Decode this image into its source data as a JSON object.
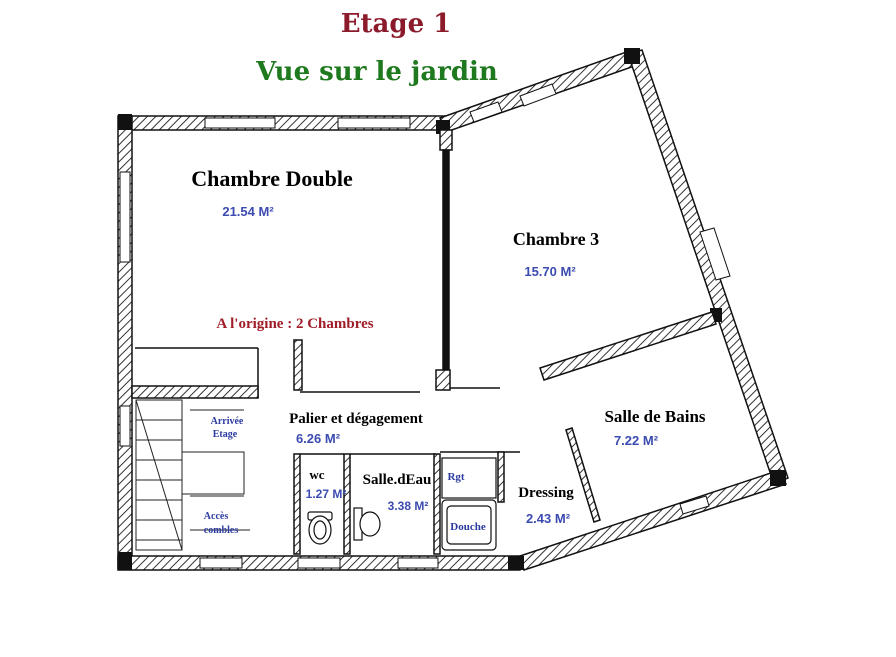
{
  "header": {
    "title": "Etage 1",
    "subtitle": "Vue sur le jardin"
  },
  "colors": {
    "title": "#8b1a2b",
    "subtitle": "#1f7a1f",
    "area": "#3b4bb0",
    "note": "#a01c28",
    "stair_label": "#2b3aa0",
    "wall": "#111111",
    "hatch": "#444444"
  },
  "rooms": {
    "chambre_double": {
      "name": "Chambre Double",
      "area": "21.54 M²"
    },
    "chambre_3": {
      "name": "Chambre 3",
      "area": "15.70 M²"
    },
    "salle_de_bains": {
      "name": "Salle de Bains",
      "area": "7.22 M²"
    },
    "palier": {
      "name": "Palier et dégagement",
      "area": "6.26 M²"
    },
    "wc": {
      "name": "wc",
      "area": "1.27 M²"
    },
    "salle_eau": {
      "name": "Salle.dEau",
      "area": "3.38 M²"
    },
    "dressing": {
      "name": "Dressing",
      "area": "2.43 M²"
    }
  },
  "note": "A l'origine : 2 Chambres",
  "stairs": {
    "arrivee_line1": "Arrivée",
    "arrivee_line2": "Etage",
    "acces_line1": "Accès",
    "acces_line2": "combles"
  },
  "fixtures": {
    "rangement": "Rgt",
    "douche": "Douche"
  }
}
